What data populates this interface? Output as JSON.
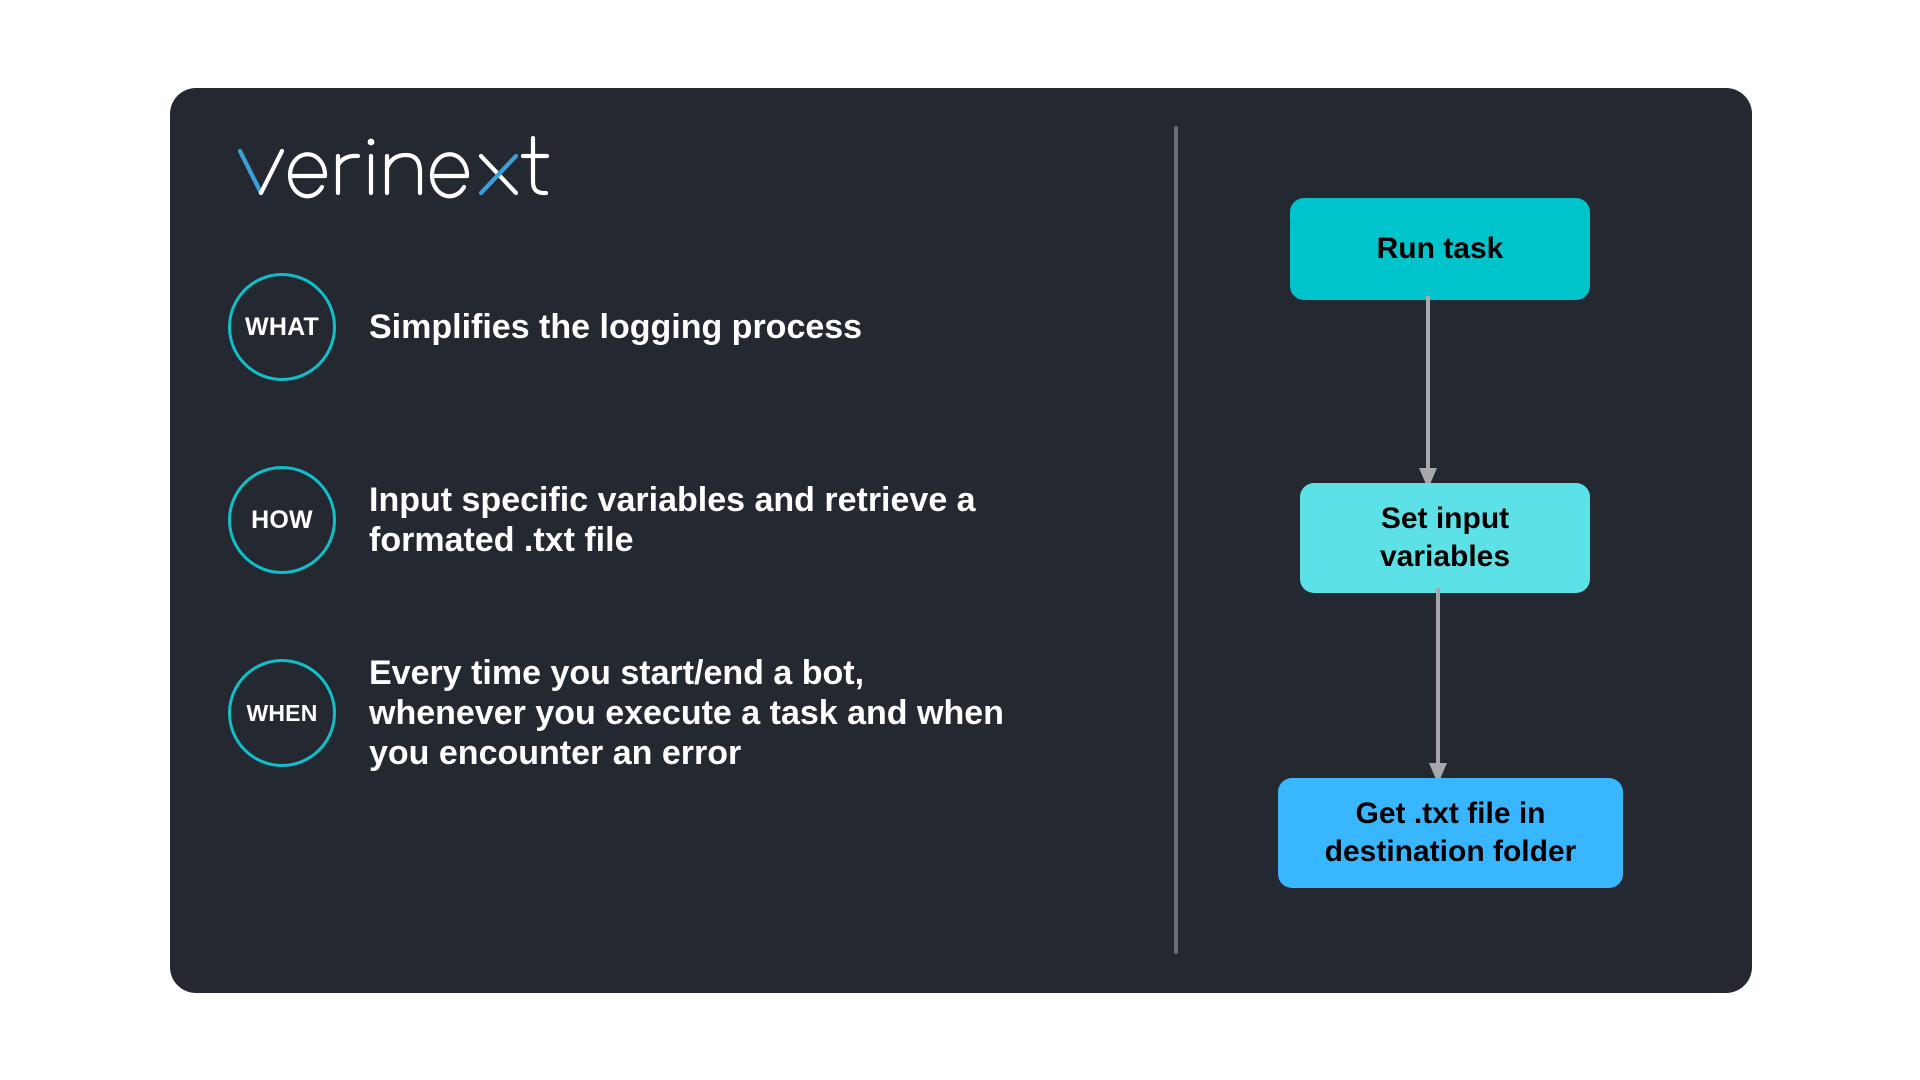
{
  "slide": {
    "background_color": "#ffffff",
    "card_color": "#242830"
  },
  "brand": {
    "name": "verinext",
    "accent_color": "#3b9fd8",
    "text_color": "#ffffff"
  },
  "left_column": {
    "points": [
      {
        "badge": "WHAT",
        "text": "Simplifies the logging process"
      },
      {
        "badge": "HOW",
        "text": "Input specific variables and retrieve a\nformated .txt file"
      },
      {
        "badge": "WHEN",
        "text": "Every time you start/end a bot,\nwhenever you execute a task and when\nyou encounter an error"
      }
    ],
    "badge_border_color": "#0fbfc9",
    "text_color": "#ffffff"
  },
  "divider": {
    "color": "#6a6f78"
  },
  "flow": {
    "arrow_color": "#a6a8ac",
    "nodes": [
      {
        "label": "Run task",
        "color": "#00c4cc",
        "text_color": "#000000"
      },
      {
        "label": "Set input\nvariables",
        "color": "#5ce1e6",
        "text_color": "#000000"
      },
      {
        "label": "Get .txt file in\ndestination folder",
        "color": "#38b6ff",
        "text_color": "#000000"
      }
    ]
  }
}
